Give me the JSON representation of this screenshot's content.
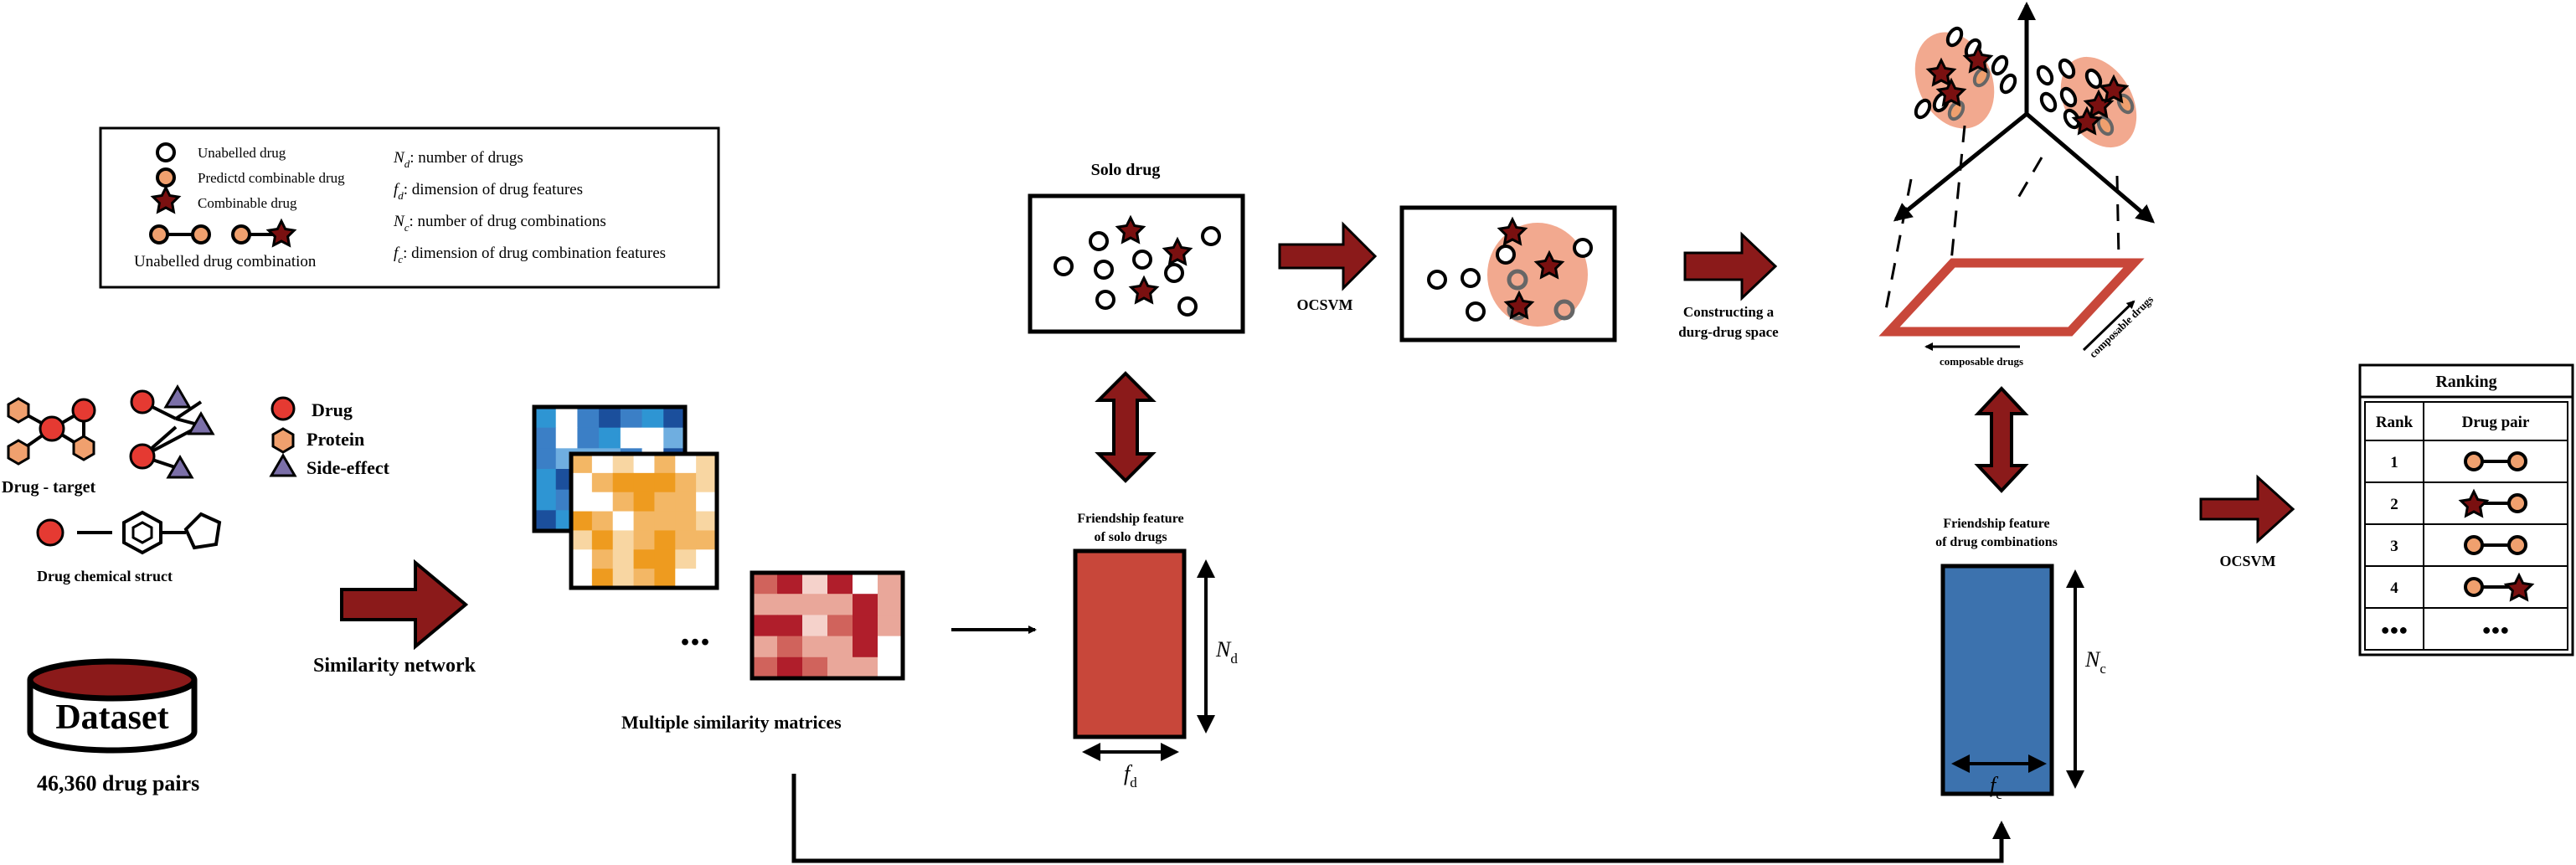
{
  "colors": {
    "dark_red": "#8B1A1A",
    "matrix_red": "#C8473A",
    "matrix_blue": "#3C72AE",
    "orange_pale": "#F0A06E",
    "salmon_blob": "#F2A98F",
    "star_fill": "#7A1010",
    "matrix_set_blue": [
      "#1B4F9C",
      "#3B7FC6",
      "#6FAEE0",
      "#2E95D3",
      "#ffffff"
    ],
    "matrix_set_orange": [
      "#EE9B1F",
      "#F3B765",
      "#F8D6A2",
      "#ffffff"
    ],
    "matrix_set_red": [
      "#B01E2B",
      "#D0635C",
      "#E9A79A",
      "#F5D2CB",
      "#ffffff"
    ]
  },
  "legend": {
    "unlabelled_drug": "Unabelled drug",
    "predicted_drug": "Predictd combinable drug",
    "combinable_drug": "Combinable drug",
    "unlabelled_combination": "Unabelled drug combination",
    "nd_symbol": "N",
    "nd_sub": "d",
    "nd_desc": ": number of drugs",
    "fd_symbol": "f",
    "fd_sub": "d",
    "fd_desc": ": dimension of drug features",
    "nc_symbol": "N",
    "nc_sub": "c",
    "nc_desc": ": number of drug combinations",
    "fc_symbol": "f",
    "fc_sub": "c",
    "fc_desc": ": dimension of drug combination features"
  },
  "inputs": {
    "drug_label": "Drug",
    "protein_label": "Protein",
    "side_effect_label": "Side-effect",
    "drug_target_label": "Drug - target",
    "chem_struct_label": "Drug chemical struct",
    "dataset_label": "Dataset",
    "pairs_label": "46,360 drug pairs",
    "similarity_network_label": "Similarity network",
    "matrices_label": "Multiple similarity matrices",
    "ellipsis": "..."
  },
  "solo": {
    "title": "Solo drug",
    "ocsvm_label": "OCSVM",
    "construct_line1": "Constructing a",
    "construct_line2": "durg-drug space",
    "feature_line1": "Friendship  feature",
    "feature_line2": "of  solo drugs",
    "nd_symbol": "N",
    "nd_sub": "d",
    "fd_symbol": "f",
    "fd_sub": "d"
  },
  "combo": {
    "composable_bottom": "composable drugs",
    "composable_side": "composable drugs",
    "feature_line1": "Friendship  feature",
    "feature_line2": "of  drug combinations",
    "nc_symbol": "N",
    "nc_sub": "c",
    "fc_symbol": "f",
    "fc_sub": "c",
    "ocsvm_label": "OCSVM"
  },
  "ranking": {
    "title": "Ranking",
    "col_rank": "Rank",
    "col_pair": "Drug pair",
    "rows": [
      "1",
      "2",
      "3",
      "4",
      "●●●"
    ],
    "last_pair": "●●●"
  }
}
